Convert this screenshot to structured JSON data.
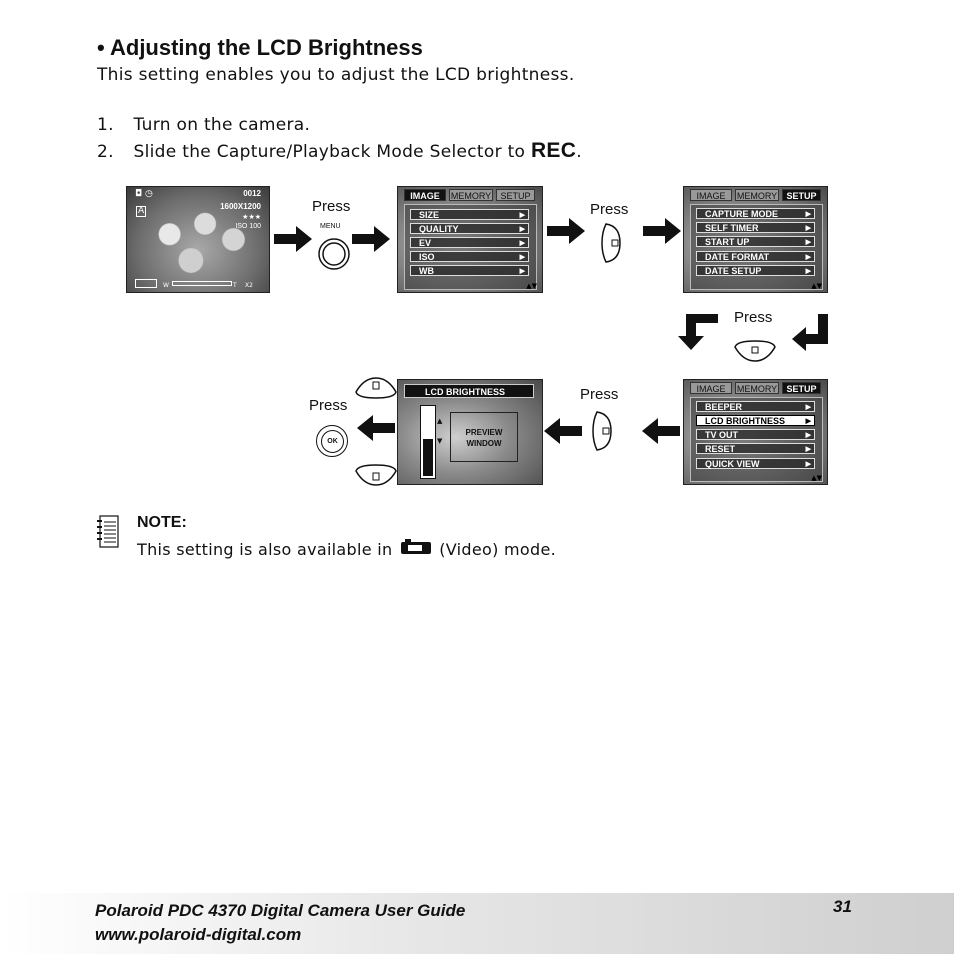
{
  "heading": "• Adjusting the LCD Brightness",
  "intro": "This setting enables you to adjust the LCD brightness.",
  "steps": [
    {
      "num": "1.",
      "text": "Turn on the camera."
    },
    {
      "num": "2.",
      "text": "Slide the Capture/Playback Mode Selector to ",
      "emph": "REC",
      "tail": "."
    }
  ],
  "press_label": "Press",
  "menu_button_label": "MENU",
  "ok_button_label": "OK",
  "photo_screen": {
    "counter": "0012",
    "resolution": "1600X1200",
    "quality_stars": "★★★",
    "iso": "ISO 100",
    "zoom_w": "W",
    "zoom_t": "T",
    "zoom_x": "X2"
  },
  "image_menu": {
    "tabs": [
      "IMAGE",
      "MEMORY",
      "SETUP"
    ],
    "items": [
      "SIZE",
      "QUALITY",
      "EV",
      "ISO",
      "WB"
    ]
  },
  "setup_menu_1": {
    "tabs": [
      "IMAGE",
      "MEMORY",
      "SETUP"
    ],
    "items": [
      "CAPTURE MODE",
      "SELF TIMER",
      "START UP",
      "DATE FORMAT",
      "DATE SETUP"
    ]
  },
  "setup_menu_2": {
    "tabs": [
      "IMAGE",
      "MEMORY",
      "SETUP"
    ],
    "items": [
      "BEEPER",
      "LCD BRIGHTNESS",
      "TV OUT",
      "RESET",
      "QUICK VIEW"
    ],
    "selected_index": 1
  },
  "lcd_brightness_screen": {
    "title": "LCD BRIGHTNESS",
    "preview_line1": "PREVIEW",
    "preview_line2": "WINDOW",
    "level_fraction": 0.55
  },
  "note": {
    "title": "NOTE:",
    "text_before": "This setting is also available in",
    "text_after": "(Video) mode."
  },
  "footer": {
    "title": "Polaroid PDC 4370 Digital Camera User Guide",
    "url": "www.polaroid-digital.com",
    "page": "31"
  }
}
